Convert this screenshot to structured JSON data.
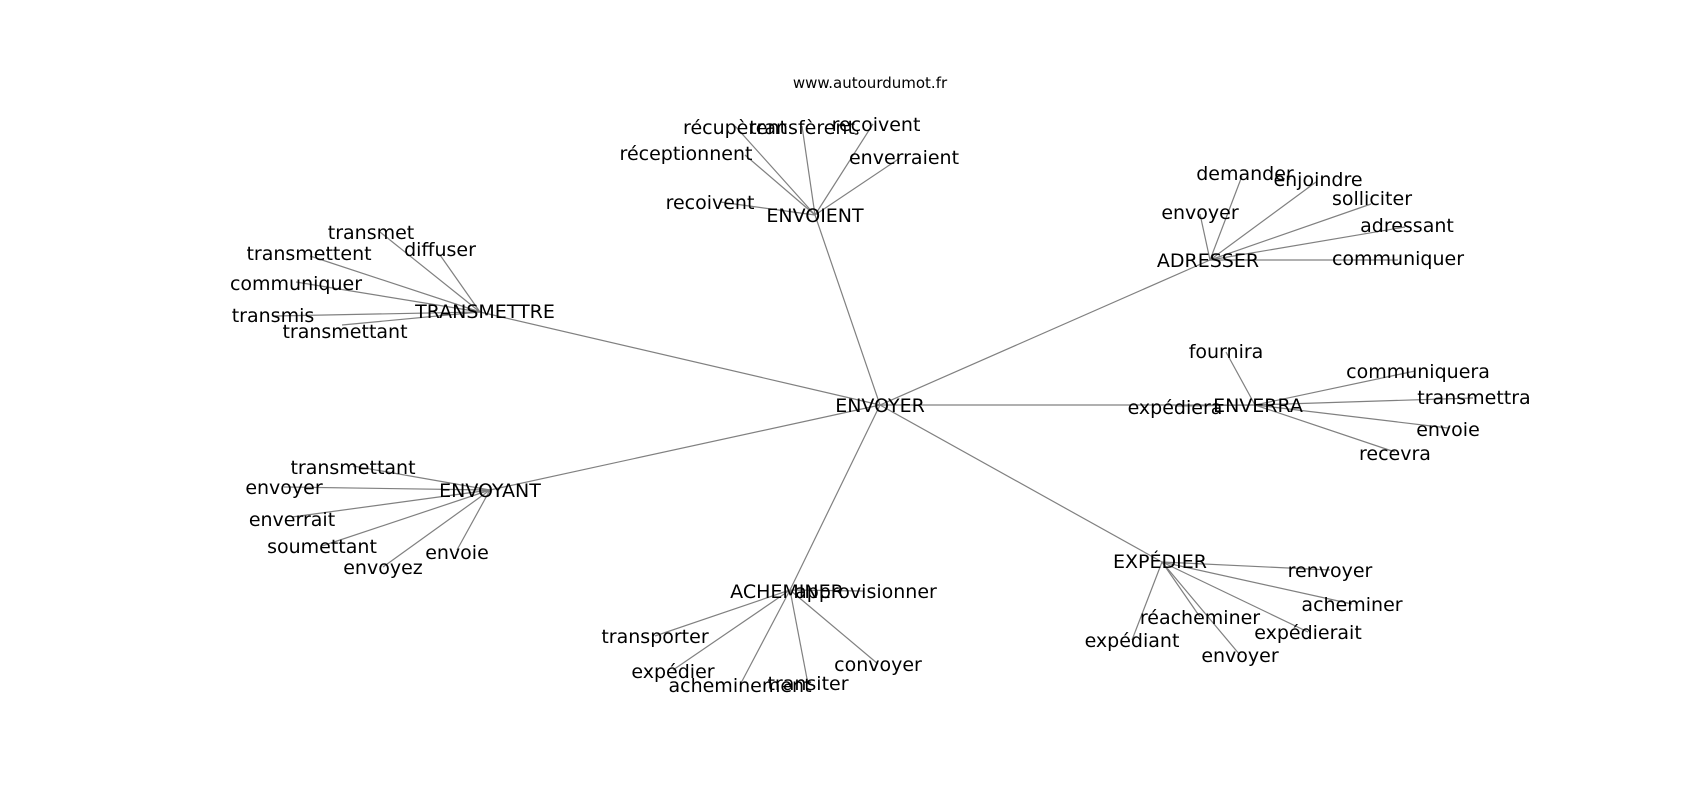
{
  "watermark": "www.autourdumot.fr",
  "root": "ENVOYER",
  "hubs": [
    {
      "id": "envoient",
      "label": "ENVOIENT",
      "leaves": [
        "récupèrent",
        "transfèrent",
        "reçoivent",
        "réceptionnent",
        "enverraient",
        "recoivent"
      ]
    },
    {
      "id": "transmettre",
      "label": "TRANSMETTRE",
      "leaves": [
        "transmet",
        "diffuser",
        "transmettent",
        "communiquer",
        "transmis",
        "transmettant"
      ]
    },
    {
      "id": "adresser",
      "label": "ADRESSER",
      "leaves": [
        "demander",
        "enjoindre",
        "solliciter",
        "envoyer",
        "adressant",
        "communiquer"
      ]
    },
    {
      "id": "enverra",
      "label": "ENVERRA",
      "leaves": [
        "fournira",
        "communiquera",
        "transmettra",
        "expédiera",
        "envoie",
        "recevra"
      ]
    },
    {
      "id": "envoyant",
      "label": "ENVOYANT",
      "leaves": [
        "transmettant",
        "envoyer",
        "enverrait",
        "soumettant",
        "envoyez",
        "envoie"
      ]
    },
    {
      "id": "acheminer",
      "label": "ACHEMINER",
      "leaves": [
        "approvisionner",
        "transporter",
        "expédier",
        "acheminement",
        "transiter",
        "convoyer"
      ]
    },
    {
      "id": "expedier",
      "label": "EXPÉDIER",
      "leaves": [
        "renvoyer",
        "acheminer",
        "réacheminer",
        "expédierait",
        "expédiant",
        "envoyer"
      ]
    }
  ]
}
